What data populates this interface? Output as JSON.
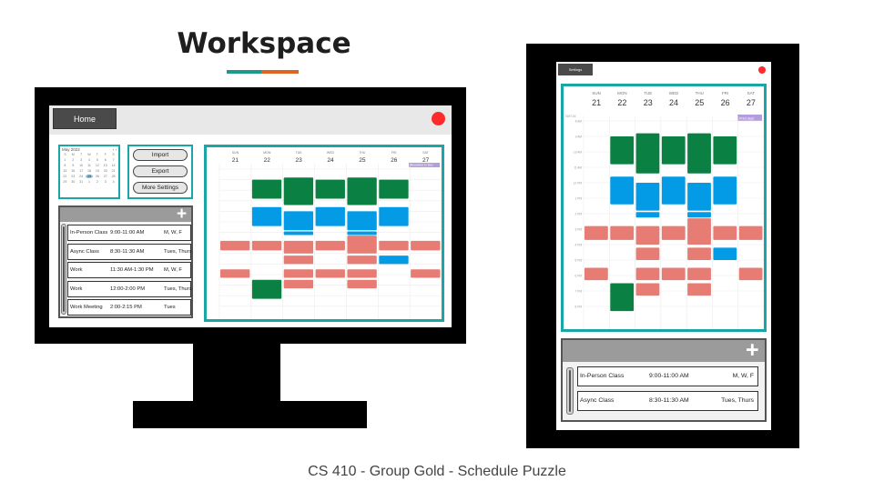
{
  "slide": {
    "title": "Workspace",
    "accent_colors": [
      "#1a9b8a",
      "#e0641f"
    ],
    "footer": "CS 410 - Group Gold - Schedule Puzzle"
  },
  "colors": {
    "teal_border": "#1aa6a6",
    "green_event": "#0b8043",
    "blue_event": "#039be5",
    "salmon_event": "#e67c73",
    "purple_tag": "#b39ddb",
    "close_dot": "#ff2a2a"
  },
  "desktop": {
    "home_button": "Home",
    "close_icon": "red-circle",
    "mini_calendar": {
      "month": "May 2022",
      "weekday_headers": [
        "S",
        "M",
        "T",
        "W",
        "T",
        "F",
        "S"
      ],
      "weeks": [
        [
          "1",
          "2",
          "3",
          "4",
          "5",
          "6",
          "7"
        ],
        [
          "8",
          "9",
          "10",
          "11",
          "12",
          "13",
          "14"
        ],
        [
          "15",
          "16",
          "17",
          "18",
          "19",
          "20",
          "21"
        ],
        [
          "22",
          "23",
          "24",
          "25",
          "26",
          "27",
          "28"
        ],
        [
          "29",
          "30",
          "31",
          "1",
          "2",
          "3",
          "4"
        ]
      ],
      "selected_day": "25"
    },
    "buttons": {
      "import": "Import",
      "export": "Export",
      "more_settings": "More Settings"
    },
    "add_icon": "+",
    "schedule_items": [
      {
        "name": "In-Person Class",
        "time": "9:00-11:00 AM",
        "days": "M, W, F"
      },
      {
        "name": "Async Class",
        "time": "8:30-11:30 AM",
        "days": "Tues, Thurs"
      },
      {
        "name": "Work",
        "time": "11:30 AM-1:30 PM",
        "days": "M, W, F"
      },
      {
        "name": "Work",
        "time": "12:00-2:00 PM",
        "days": "Tues, Thurs"
      },
      {
        "name": "Work Meeting",
        "time": "2:00-2:15 PM",
        "days": "Tues"
      }
    ],
    "week_calendar": {
      "day_names": [
        "SUN",
        "MON",
        "TUE",
        "WED",
        "THU",
        "FRI",
        "SAT"
      ],
      "dates": [
        "21",
        "22",
        "23",
        "24",
        "25",
        "26",
        "27"
      ],
      "allday_tag": "Recorded 11 Dec"
    }
  },
  "tablet": {
    "settings_button": "Settings",
    "close_icon": "red-circle",
    "week_calendar": {
      "day_names": [
        "SUN",
        "MON",
        "TUE",
        "WED",
        "THU",
        "FRI",
        "SAT"
      ],
      "dates": [
        "21",
        "22",
        "23",
        "24",
        "25",
        "26",
        "27"
      ],
      "timezone": "GMT-04",
      "allday_tag": "Print dept",
      "hours": [
        "8 AM",
        "9 AM",
        "10 AM",
        "11 AM",
        "12 PM",
        "1 PM",
        "2 PM",
        "3 PM",
        "4 PM",
        "5 PM",
        "6 PM",
        "7 PM",
        "8 PM"
      ]
    },
    "add_icon": "+",
    "schedule_items": [
      {
        "name": "In-Person Class",
        "time": "9:00-11:00 AM",
        "days": "M, W, F"
      },
      {
        "name": "Async Class",
        "time": "8:30-11:30 AM",
        "days": "Tues, Thurs"
      }
    ]
  }
}
